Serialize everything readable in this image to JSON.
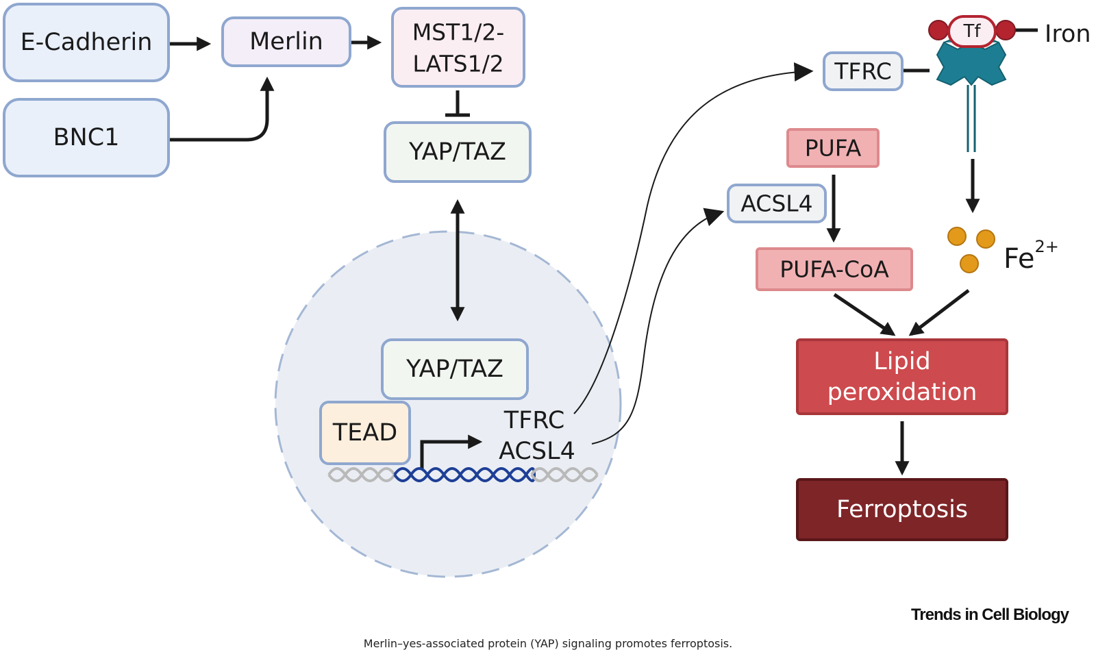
{
  "nodes": {
    "ecadherin": "E-Cadherin",
    "bnc1": "BNC1",
    "merlin": "Merlin",
    "mst_line1": "MST1/2-",
    "mst_line2": "LATS1/2",
    "yaptaz_cyto": "YAP/TAZ",
    "yaptaz_nuc": "YAP/TAZ",
    "tead": "TEAD",
    "gene_tfrc": "TFRC",
    "gene_acsl4": "ACSL4",
    "tfrc": "TFRC",
    "tf": "Tf",
    "iron": "Iron",
    "pufa": "PUFA",
    "acsl4": "ACSL4",
    "pufa_coa": "PUFA-CoA",
    "fe": "Fe",
    "fe_charge": "2+",
    "lipid_line1": "Lipid",
    "lipid_line2": "peroxidation",
    "ferroptosis": "Ferroptosis"
  },
  "journal": "Trends in Cell Biology",
  "caption": "Merlin–yes-associated protein (YAP) signaling promotes ferroptosis.",
  "colors": {
    "box_border": "#8fa7cf",
    "box_light_blue": "#e9f0fa",
    "box_lavender": "#f4eef8",
    "box_pink": "#fbeef3",
    "box_mint": "#f2f6f1",
    "box_cream": "#fcefdd",
    "box_grey": "#f0f2f4",
    "pufa_fill": "#f1b1b3",
    "pufa_border": "#dd8a8d",
    "lipid_fill": "#cd4a4e",
    "lipid_border": "#a9363a",
    "ferroptosis_fill": "#7e2528",
    "ferroptosis_border": "#5a1719",
    "nucleus_fill": "#eaeef4",
    "dna_blue": "#1e3f96",
    "dna_grey": "#b9b9b9",
    "fe_orange": "#e39a1b",
    "receptor_teal": "#1d7e93",
    "tf_red": "#b3242f"
  }
}
